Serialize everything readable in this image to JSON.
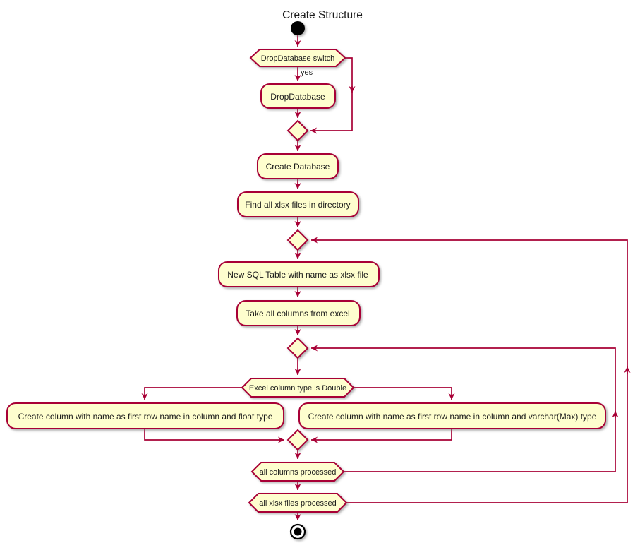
{
  "diagram": {
    "title": "Create Structure",
    "nodes": {
      "decision_drop_switch": {
        "label": "DropDatabase switch"
      },
      "action_drop_database": {
        "label": "DropDatabase"
      },
      "action_create_database": {
        "label": "Create Database"
      },
      "action_find_files": {
        "label": "Find all xlsx files in directory"
      },
      "action_new_table": {
        "label": "New SQL Table with name as xlsx file"
      },
      "action_take_columns": {
        "label": "Take all columns from excel"
      },
      "decision_column_double": {
        "label": "Excel column type is Double"
      },
      "action_float_column": {
        "label": "Create column with name as first row name in column and float type"
      },
      "action_varchar_column": {
        "label": "Create column with name as first row name in column and varchar(Max) type"
      },
      "decision_columns_processed": {
        "label": "all columns processed"
      },
      "decision_files_processed": {
        "label": "all xlsx files processed"
      }
    },
    "edge_labels": {
      "yes": "yes"
    },
    "colors": {
      "background": "#FFFFFF",
      "node_fill": "#FEFECE",
      "node_border": "#A80036",
      "arrow": "#A80036",
      "text": "#1A1A1A"
    }
  }
}
